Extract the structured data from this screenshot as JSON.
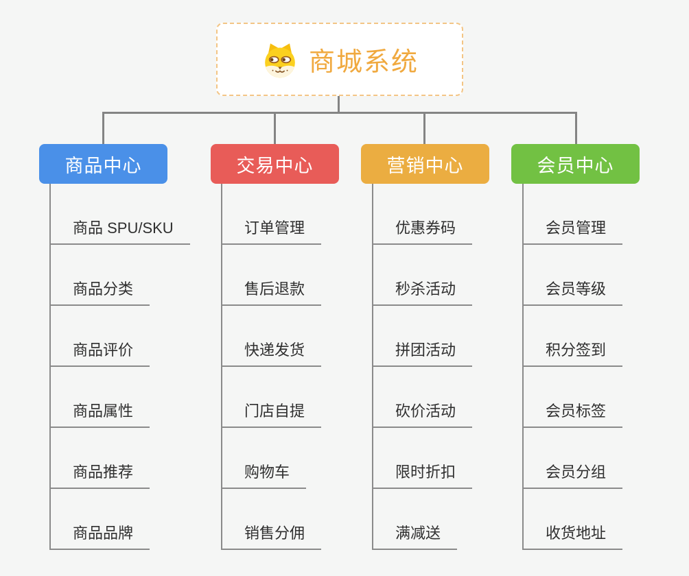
{
  "canvas": {
    "background": "#f5f6f5",
    "line_color": "#848484"
  },
  "root": {
    "title": "商城系统",
    "icon": "dog-face-icon",
    "text_color": "#f0a93f",
    "border_color": "#f3c585"
  },
  "branches": [
    {
      "label": "商品中心",
      "color": "#4a90e8",
      "children": [
        "商品 SPU/SKU",
        "商品分类",
        "商品评价",
        "商品属性",
        "商品推荐",
        "商品品牌"
      ]
    },
    {
      "label": "交易中心",
      "color": "#e85c58",
      "children": [
        "订单管理",
        "售后退款",
        "快递发货",
        "门店自提",
        "购物车",
        "销售分佣"
      ]
    },
    {
      "label": "营销中心",
      "color": "#ebad41",
      "children": [
        "优惠券码",
        "秒杀活动",
        "拼团活动",
        "砍价活动",
        "限时折扣",
        "满减送"
      ]
    },
    {
      "label": "会员中心",
      "color": "#72c143",
      "children": [
        "会员管理",
        "会员等级",
        "积分签到",
        "会员标签",
        "会员分组",
        "收货地址"
      ]
    }
  ]
}
